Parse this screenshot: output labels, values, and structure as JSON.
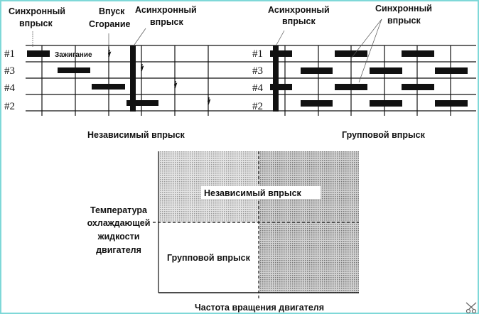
{
  "left_diagram": {
    "title": "Независимый впрыск",
    "label_sync_1": "Синхронный",
    "label_sync_2": "впрыск",
    "label_intake": "Впуск",
    "label_combustion": "Сгорание",
    "label_async_1": "Асинхронный",
    "label_async_2": "впрыск",
    "label_ignition": "Зажигание",
    "cylinders": [
      "#1",
      "#3",
      "#4",
      "#2"
    ]
  },
  "right_diagram": {
    "title": "Групповой впрыск",
    "label_async_1": "Асинхронный",
    "label_async_2": "впрыск",
    "label_sync_1": "Синхронный",
    "label_sync_2": "впрыск",
    "cylinders": [
      "#1",
      "#3",
      "#4",
      "#2"
    ]
  },
  "region_chart": {
    "ylabel_lines": [
      "Температура",
      "охлаждающей",
      "жидкости",
      "двигателя"
    ],
    "xlabel": "Частота вращения двигателя",
    "region_upper": "Независимый впрыск",
    "region_lower_left": "Групповой впрыск"
  },
  "colors": {
    "frame": "#7fd8d8",
    "ink": "#111111"
  }
}
